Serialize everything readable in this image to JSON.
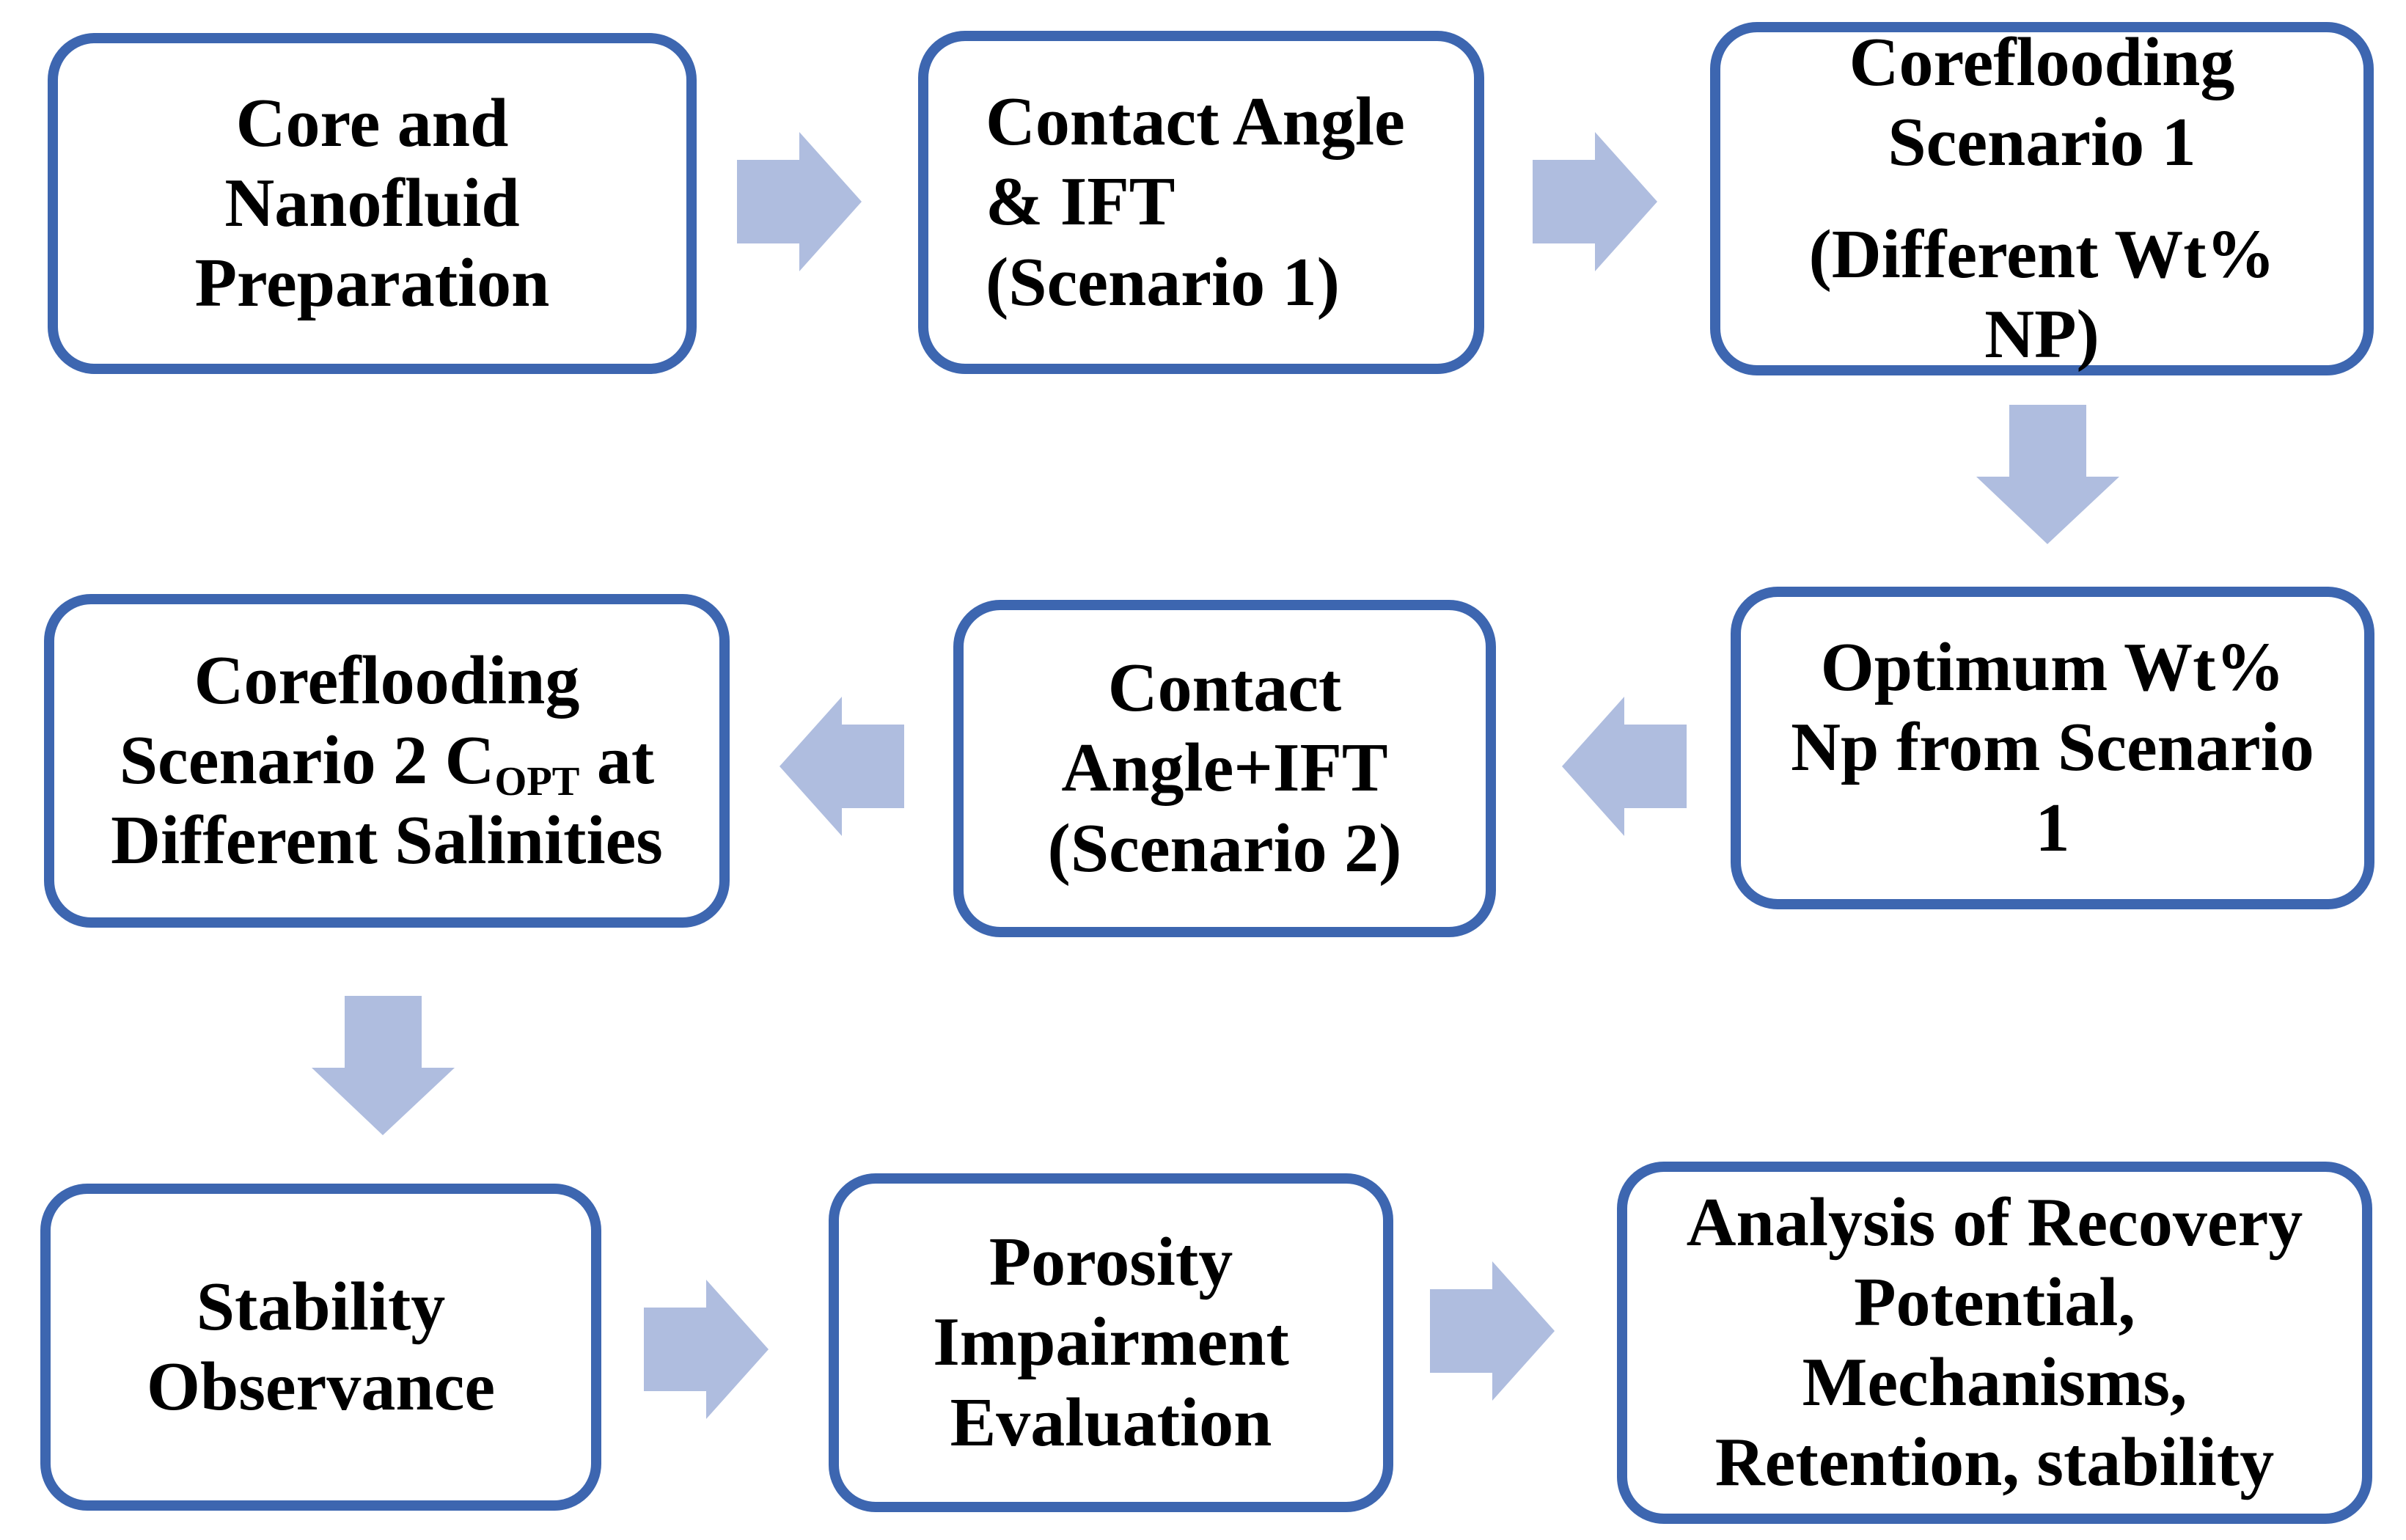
{
  "style": {
    "box_border_color": "#3D66B0",
    "arrow_fill_color": "#AFBDDF",
    "text_color": "#000000",
    "background_color": "#FFFFFF"
  },
  "boxes": [
    {
      "name": "core-and-nanofluid-preparation",
      "lines": [
        "Core and",
        "Nanofluid",
        "Preparation"
      ]
    },
    {
      "name": "contact-angle-ift-scenario-1",
      "lines": [
        "Contact Angle",
        "& IFT",
        "(Scenario 1)"
      ]
    },
    {
      "name": "coreflooding-scenario-1",
      "para1_lines": [
        "Coreflooding",
        "Scenario 1"
      ],
      "para2_lines": [
        "(Different Wt%",
        "NP)"
      ]
    },
    {
      "name": "coreflooding-scenario-2-copt",
      "line1": "Coreflooding",
      "line2_pre": "Scenario 2 C",
      "line2_sub": "OPT",
      "line2_post": " at",
      "line3": "Different Salinities"
    },
    {
      "name": "contact-angle-ift-scenario-2",
      "lines": [
        "Contact",
        "Angle+IFT",
        "(Scenario 2)"
      ]
    },
    {
      "name": "optimum-wt-np-from-scenario-1",
      "lines": [
        "Optimum Wt%",
        "Np from Scenario",
        "1"
      ]
    },
    {
      "name": "stability-observance",
      "lines": [
        "Stability",
        "Observance"
      ]
    },
    {
      "name": "porosity-impairment-evaluation",
      "lines": [
        "Porosity",
        "Impairment",
        "Evaluation"
      ]
    },
    {
      "name": "analysis-of-recovery",
      "lines": [
        "Analysis of Recovery",
        "Potential,",
        "Mechanisms,",
        "Retention, stability"
      ]
    }
  ],
  "arrows": [
    {
      "name": "arrow-right-1",
      "direction": "right",
      "from": "core-and-nanofluid-preparation",
      "to": "contact-angle-ift-scenario-1"
    },
    {
      "name": "arrow-right-2",
      "direction": "right",
      "from": "contact-angle-ift-scenario-1",
      "to": "coreflooding-scenario-1"
    },
    {
      "name": "arrow-down-1",
      "direction": "down",
      "from": "coreflooding-scenario-1",
      "to": "optimum-wt-np-from-scenario-1"
    },
    {
      "name": "arrow-left-1",
      "direction": "left",
      "from": "optimum-wt-np-from-scenario-1",
      "to": "contact-angle-ift-scenario-2"
    },
    {
      "name": "arrow-left-2",
      "direction": "left",
      "from": "contact-angle-ift-scenario-2",
      "to": "coreflooding-scenario-2-copt"
    },
    {
      "name": "arrow-down-2",
      "direction": "down",
      "from": "coreflooding-scenario-2-copt",
      "to": "stability-observance"
    },
    {
      "name": "arrow-right-3",
      "direction": "right",
      "from": "stability-observance",
      "to": "porosity-impairment-evaluation"
    },
    {
      "name": "arrow-right-4",
      "direction": "right",
      "from": "porosity-impairment-evaluation",
      "to": "analysis-of-recovery"
    }
  ]
}
